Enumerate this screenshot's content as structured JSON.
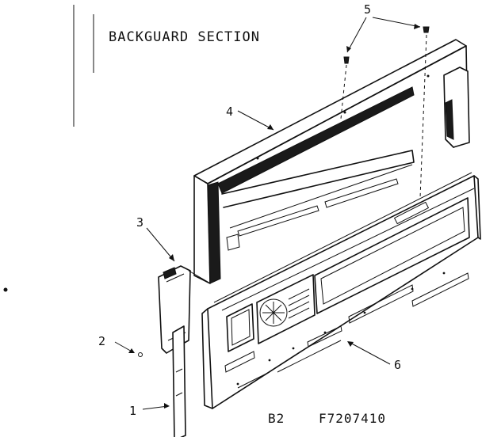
{
  "title": "BACKGUARD SECTION",
  "callouts": {
    "c1": "1",
    "c2": "2",
    "c3": "3",
    "c4": "4",
    "c5": "5",
    "c6": "6"
  },
  "footer": {
    "page": "B2",
    "code": "F7207410"
  }
}
